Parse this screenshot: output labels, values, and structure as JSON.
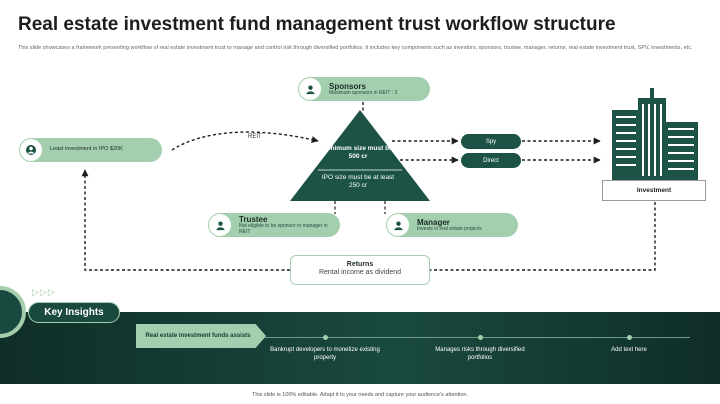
{
  "title": "Real estate investment fund management trust workflow structure",
  "subtitle": "This slide showcases a framework presenting workflow of real estate investment trust to manage and control risk through diversified portfolios. It includes key components such as investors, sponsors, trustee, manager, returns, real estate investment trust, SPV, investments, etc.",
  "investor": {
    "text": "Least investment in IPO $20K",
    "icon": "user-icon"
  },
  "reit_label": "REIT",
  "sponsors": {
    "label": "Sponsors",
    "sub": "Maximum sponsors in REIT : 3",
    "icon": "user-icon"
  },
  "triangle": {
    "min_size": "Minimum size must be 500 cr",
    "ipo_size": "IPO size must be at least 250 cr"
  },
  "spv": {
    "spy": "Spy",
    "direct": "Direct"
  },
  "investment_label": "Investment",
  "trustee": {
    "label": "Trustee",
    "sub": "Not eligible to be sponsor or manager in REIT",
    "icon": "user-icon"
  },
  "manager": {
    "label": "Manager",
    "sub": "Invests in real estate projects",
    "icon": "user-icon"
  },
  "returns": {
    "title": "Returns",
    "sub": "Rental income as dividend"
  },
  "insights": {
    "heading": "Key Insights",
    "dots": "▷▷▷",
    "lead": "Real estate investment funds assists",
    "points": [
      "Bankrupt developers to monetize existing property",
      "Manages risks through diversified portfolios",
      "Add text here"
    ]
  },
  "footer": "This slide is 100% editable. Adapt it to your needs and capture your audience's attention.",
  "colors": {
    "dark_green": "#1c5346",
    "light_green": "#a3cfae",
    "band": "#0f2e27"
  }
}
